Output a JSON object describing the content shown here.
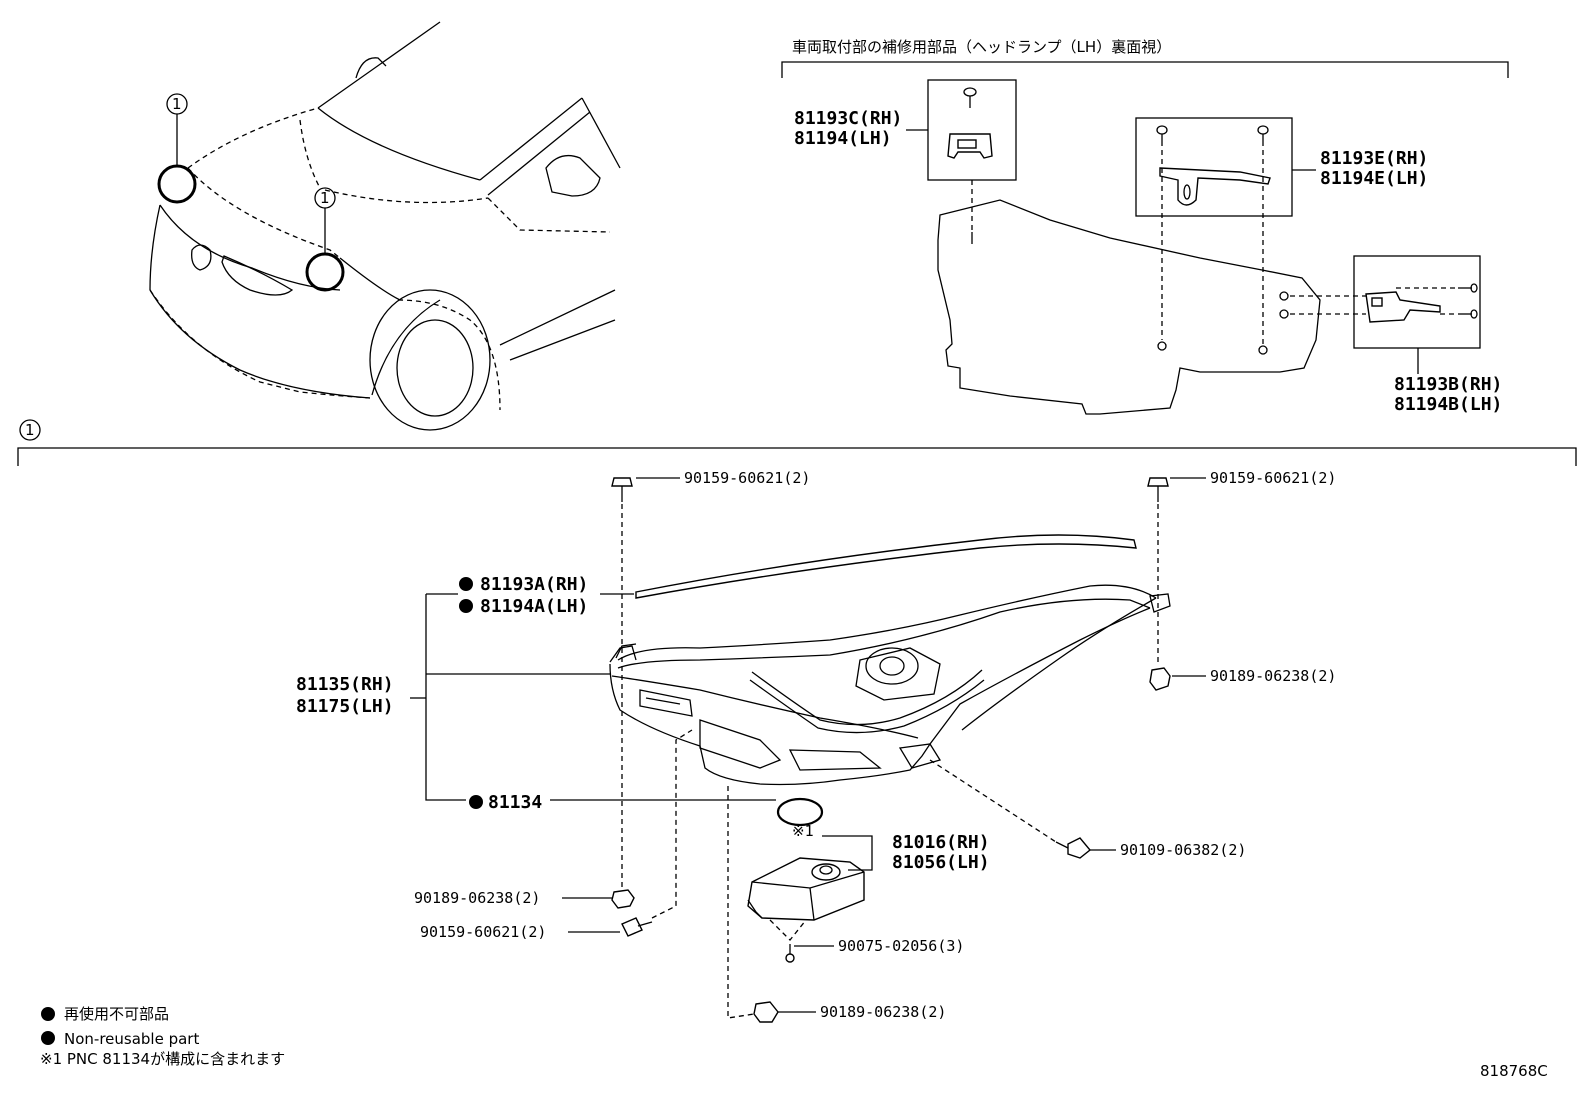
{
  "diagram": {
    "callout_marker": "1",
    "repair_section": {
      "title": "車両取付部の補修用部品（ヘッドランプ（LH）裏面視）",
      "parts": [
        {
          "id": "c",
          "line1": "81193C(RH)",
          "line2": "81194(LH)"
        },
        {
          "id": "e",
          "line1": "81193E(RH)",
          "line2": "81194E(LH)"
        },
        {
          "id": "b",
          "line1": "81193B(RH)",
          "line2": "81194B(LH)"
        }
      ]
    },
    "main_section": {
      "assembly": {
        "line1": "81135(RH)",
        "line2": "81175(LH)"
      },
      "cover": {
        "line1": "81193A(RH)",
        "line2": "81194A(LH)",
        "non_reusable": true
      },
      "gasket": {
        "label": "81134",
        "non_reusable": true
      },
      "ballast": {
        "note": "※1",
        "line1": "81016(RH)",
        "line2": "81056(LH)"
      },
      "fasteners": [
        {
          "id": "bolt-top-left",
          "label": "90159-60621(2)"
        },
        {
          "id": "bolt-top-right",
          "label": "90159-60621(2)"
        },
        {
          "id": "nut-right",
          "label": "90189-06238(2)"
        },
        {
          "id": "screw-right",
          "label": "90109-06382(2)"
        },
        {
          "id": "nut-left",
          "label": "90189-06238(2)"
        },
        {
          "id": "bolt-left",
          "label": "90159-60621(2)"
        },
        {
          "id": "screw-ballast",
          "label": "90075-02056(3)"
        },
        {
          "id": "nut-bottom",
          "label": "90189-06238(2)"
        }
      ]
    },
    "legend": {
      "non_reusable_ja": "再使用不可部品",
      "non_reusable_en": "Non-reusable part",
      "note": "※1 PNC 81134が構成に含まれます"
    },
    "reference_code": "818768C"
  }
}
